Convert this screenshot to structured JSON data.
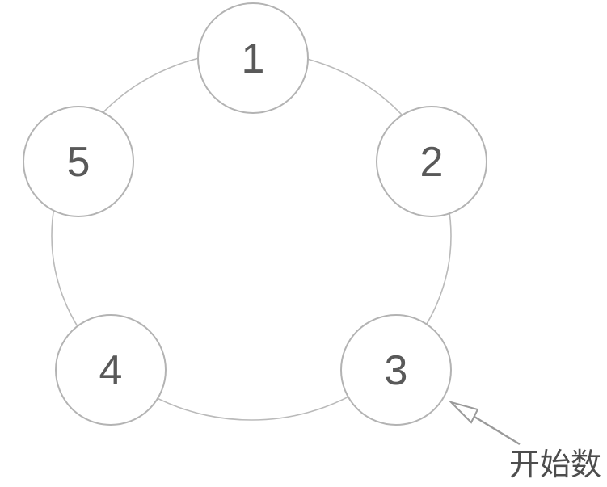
{
  "diagram": {
    "nodes": [
      {
        "label": "1"
      },
      {
        "label": "2"
      },
      {
        "label": "3"
      },
      {
        "label": "4"
      },
      {
        "label": "5"
      }
    ],
    "annotation": {
      "label": "开始数",
      "points_to_node": "3",
      "arrow_icon": "open-arrowhead"
    },
    "colors": {
      "background": "#ffffff",
      "ring_stroke": "#bababa",
      "node_stroke": "#b3b3b3",
      "node_fill": "#ffffff",
      "number_color": "#595959",
      "arrow_color": "#9a9a9a",
      "annotation_text_color": "#4d4d4d"
    }
  }
}
